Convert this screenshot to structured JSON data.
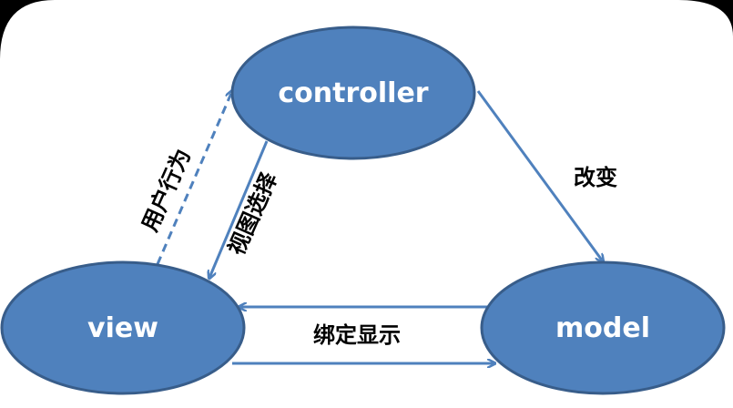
{
  "diagram": {
    "nodes": {
      "controller": {
        "label": "controller"
      },
      "view": {
        "label": "view"
      },
      "model": {
        "label": "model"
      }
    },
    "edges": {
      "user_action": {
        "label": "用户行为",
        "from": "view",
        "to": "controller",
        "style": "dashed"
      },
      "view_select": {
        "label": "视图选择",
        "from": "controller",
        "to": "view",
        "style": "solid"
      },
      "change": {
        "label": "改变",
        "from": "controller",
        "to": "model",
        "style": "solid"
      },
      "binding": {
        "label": "绑定显示",
        "from": "model",
        "to": "view",
        "style": "solid"
      },
      "view_to_model": {
        "from": "view",
        "to": "model",
        "style": "solid"
      }
    },
    "colors": {
      "node_fill": "#4f81bd",
      "node_stroke": "#385d8a",
      "edge": "#4f81bd",
      "edge_label": "#000000",
      "node_label": "#ffffff"
    }
  }
}
